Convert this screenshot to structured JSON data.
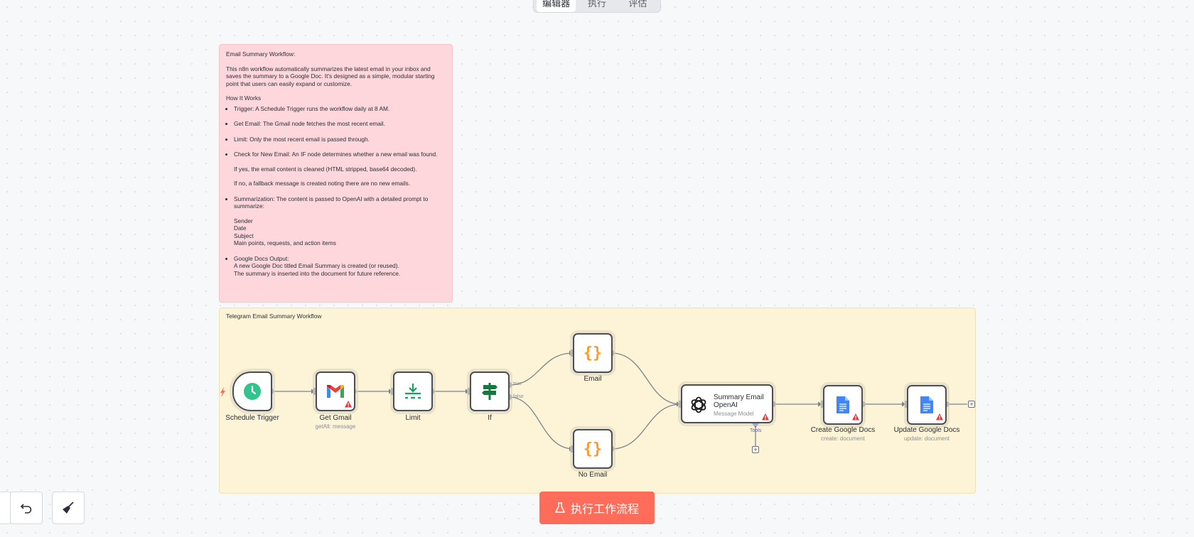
{
  "tabs": [
    "编辑器",
    "执行",
    "评估"
  ],
  "note_pink": {
    "heading": "Email Summary Workflow:",
    "intro": "This n8n workflow automatically summarizes the latest email in your inbox and saves the summary to a Google Doc. It's designed as a simple, modular starting point that users can easily expand or customize.",
    "how_heading": "How It Works",
    "b1": "Trigger: A Schedule Trigger runs the workflow daily at 8 AM.",
    "b2": "Get Email: The Gmail node fetches the most recent email.",
    "b3": "Limit: Only the most recent email is passed through.",
    "b4": "Check for New Email: An IF node determines whether a new email was found.",
    "b4_yes": "If yes, the email content is cleaned (HTML stripped, base64 decoded).",
    "b4_no": "If no, a fallback message is created noting there are no new emails.",
    "b5": "Summarization: The content is passed to OpenAI with a detailed prompt to summarize:",
    "b5_i1": "Sender",
    "b5_i2": "Date",
    "b5_i3": "Subject",
    "b5_i4": "Main points, requests, and action items",
    "b6": "Google Docs Output:",
    "b6_l1": "A new Google Doc titled Email Summary is created (or reused).",
    "b6_l2": "The summary is inserted into the document for future reference."
  },
  "note_yellow": {
    "title": "Telegram Email Summary Workflow"
  },
  "nodes": {
    "schedule": {
      "label": "Schedule Trigger"
    },
    "gmail": {
      "label": "Get Gmail",
      "sub": "getAll: message"
    },
    "limit": {
      "label": "Limit"
    },
    "if": {
      "label": "If",
      "true_label": "true",
      "false_label": "false"
    },
    "email": {
      "label": "Email"
    },
    "noemail": {
      "label": "No Email"
    },
    "openai": {
      "title": "Summary Email OpenAI",
      "sub": "Message Model",
      "tools_label": "Tools"
    },
    "create_docs": {
      "label": "Create Google Docs",
      "sub": "create: document"
    },
    "update_docs": {
      "label": "Update Google Docs",
      "sub": "update: document"
    }
  },
  "controls": {
    "run_label": "执行工作流程"
  },
  "colors": {
    "accent": "#ff6d5a",
    "pink_note": "#fdd7dc",
    "yellow_note": "#fdf3d6",
    "warning": "#e5383b"
  }
}
